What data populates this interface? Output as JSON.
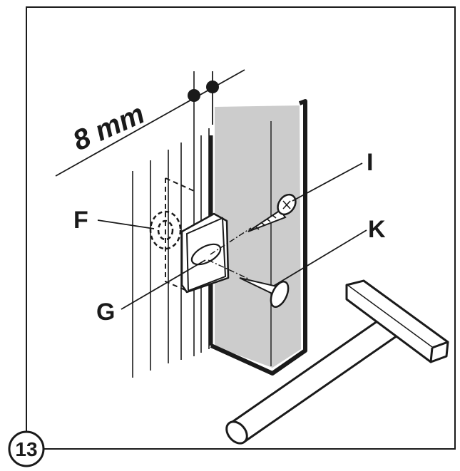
{
  "step_number": "13",
  "dimension_label": "8 mm",
  "callouts": {
    "f": "F",
    "g": "G",
    "i": "I",
    "k": "K"
  },
  "icons": {
    "screw": "screw-icon",
    "nail": "nail-icon",
    "hammer": "hammer-icon",
    "bracket": "mounting-bracket-icon"
  },
  "colors": {
    "line": "#1a1a1a",
    "post_fill": "#cccccc",
    "background": "#ffffff"
  }
}
